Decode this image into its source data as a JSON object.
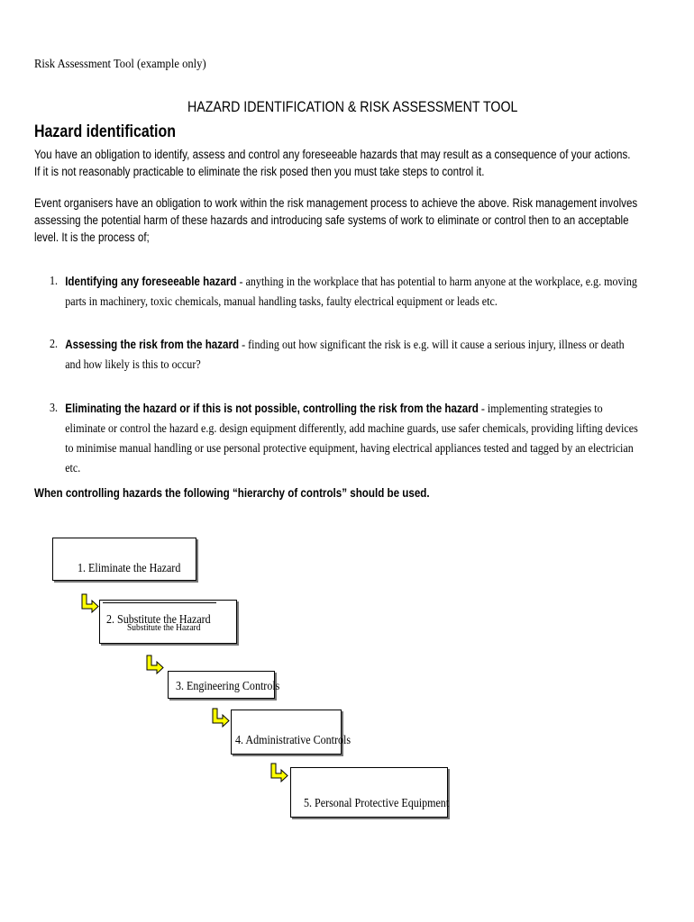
{
  "header": {
    "text": "Risk Assessment Tool (example only)"
  },
  "title": "HAZARD IDENTIFICATION & RISK ASSESSMENT TOOL",
  "section_heading": "Hazard identification",
  "paragraphs": [
    "You have an obligation to identify, assess and control any foreseeable hazards that may result as a consequence of your actions. If it is not reasonably practicable to eliminate the risk posed then you must take steps to control it.",
    "Event organisers have an obligation to work within the risk management process to achieve the above. Risk management involves assessing the potential harm of these hazards and introducing safe systems of work to eliminate or control then to an acceptable level. It is the process of;"
  ],
  "steps": [
    {
      "number": "1.",
      "lead": "Identifying any foreseeable hazard",
      "text": " - anything in the workplace that has potential to harm anyone at the workplace, e.g. moving parts in machinery, toxic chemicals, manual handling tasks, faulty electrical equipment or leads etc."
    },
    {
      "number": "2.",
      "lead": "Assessing the risk from the hazard",
      "text": " - finding out how significant the risk is e.g. will it cause a serious injury, illness or death and how likely is this to occur?"
    },
    {
      "number": "3.",
      "lead": "Eliminating the hazard or if this is not possible, controlling the risk from the hazard",
      "text": " - implementing strategies to eliminate or control the hazard e.g. design equipment differently, add machine guards, use safer chemicals, providing lifting devices to minimise manual handling or use personal protective equipment, having electrical appliances tested and tagged by an electrician etc."
    }
  ],
  "hierarchy_note": "When controlling hazards the following “hierarchy of controls” should be used.",
  "hierarchy": [
    "1. Eliminate the Hazard",
    "2. Substitute the Hazard",
    "3. Engineering Controls",
    "4. Administrative Controls",
    "5. Personal Protective Equipment"
  ],
  "hierarchy_overlap_text": "Substitute the Hazard",
  "colors": {
    "arrow_fill": "#ffff00",
    "arrow_stroke": "#000000"
  },
  "icons": [
    "bent-arrow-icon"
  ]
}
